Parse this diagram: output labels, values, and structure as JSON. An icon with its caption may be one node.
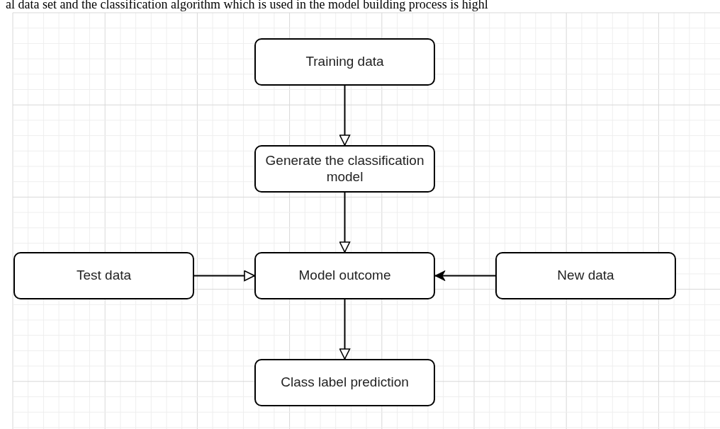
{
  "diagram": {
    "nodes": [
      {
        "text": [
          "Training data"
        ]
      },
      {
        "text": [
          "Generate the classification model"
        ]
      },
      {
        "text": [
          "Model outcome"
        ]
      },
      {
        "text": [
          "Test data"
        ]
      },
      {
        "text": [
          "New data"
        ]
      },
      {
        "text": [
          "Class label prediction"
        ]
      }
    ],
    "edges": [
      {
        "from": 0,
        "to": 1,
        "arrow": "to"
      },
      {
        "from": 1,
        "to": 2,
        "arrow": "to"
      },
      {
        "from": 3,
        "to": 2,
        "arrow": "to"
      },
      {
        "from": 4,
        "to": 2,
        "arrow": "to"
      },
      {
        "from": 2,
        "to": 5,
        "arrow": "to"
      }
    ],
    "labels": [
      "al data set and the classification algorithm which is used in the model building process is highl"
    ]
  }
}
